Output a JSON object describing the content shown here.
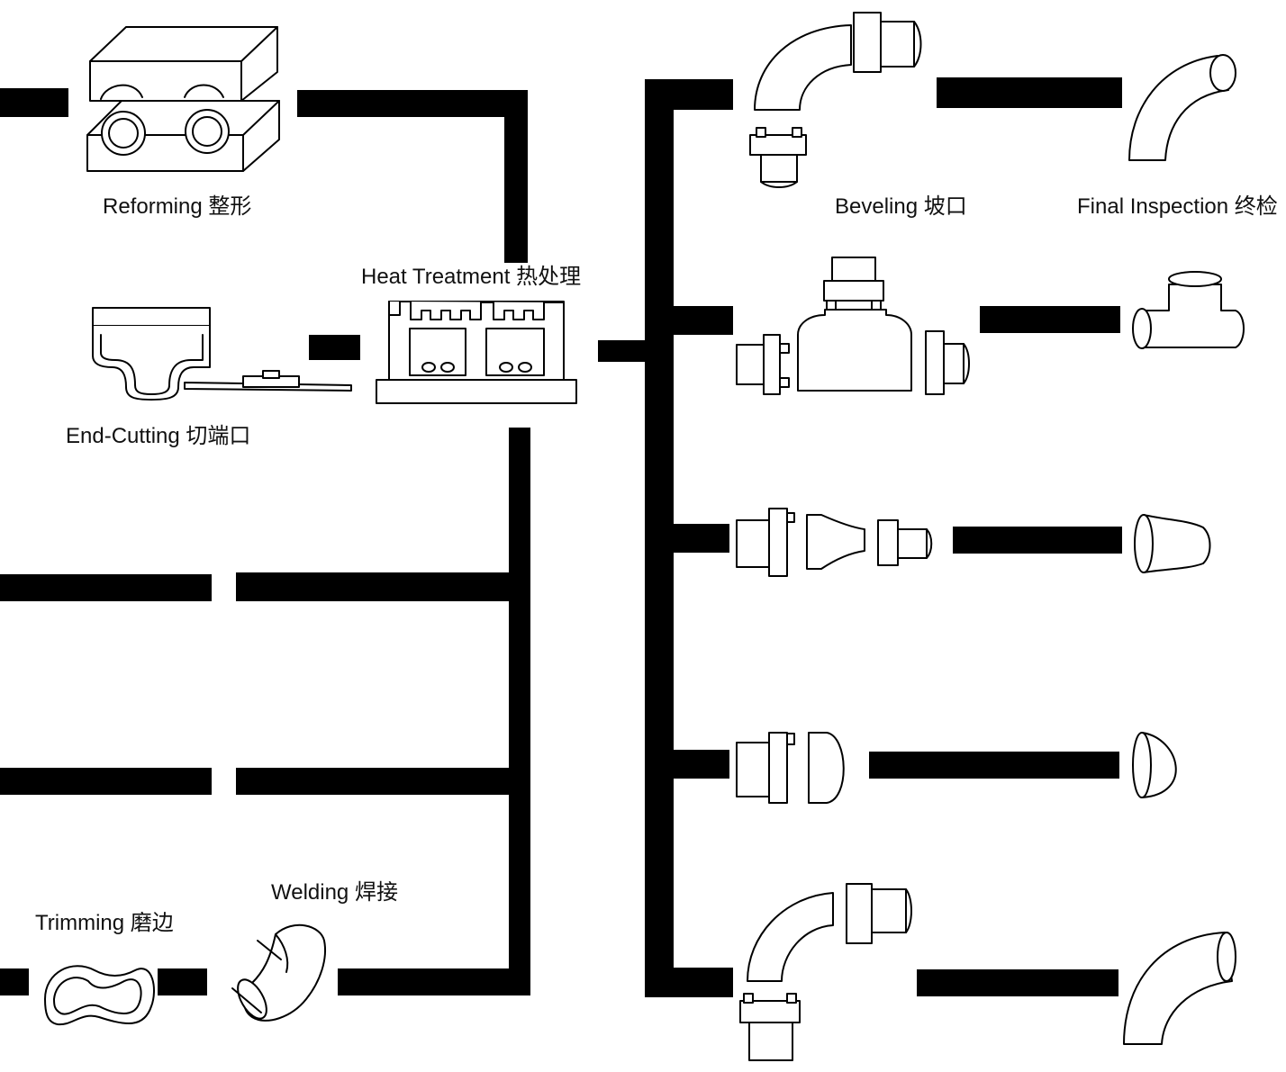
{
  "steps": {
    "reforming": "Reforming 整形",
    "end_cutting": "End-Cutting 切端口",
    "heat_treatment": "Heat Treatment 热处理",
    "beveling": "Beveling 坡口",
    "final_inspection": "Final Inspection 终检",
    "trimming": "Trimming 磨边",
    "welding": "Welding 焊接"
  },
  "products": [
    "elbow-90",
    "tee",
    "reducer",
    "cap",
    "elbow-long-radius"
  ],
  "colors": {
    "line": "#000000",
    "background": "#ffffff"
  }
}
